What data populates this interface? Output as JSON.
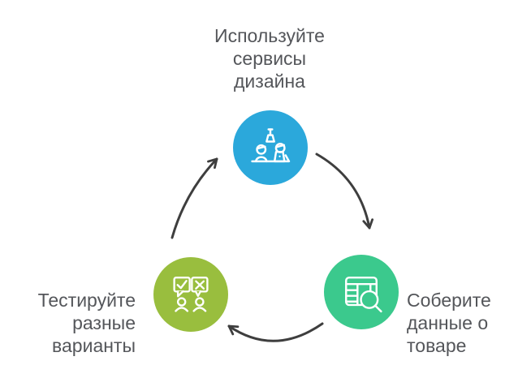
{
  "colors": {
    "node_blue": "#2BA8DB",
    "node_green": "#3BC98D",
    "node_olive": "#99BE3E",
    "arrow": "#3E3E3E",
    "label_text": "#54565A",
    "icon_stroke": "#FFFFFF",
    "background": "#FFFFFF"
  },
  "diagram": {
    "type": "cycle",
    "direction": "clockwise",
    "steps": [
      {
        "name": "use-design-services",
        "icon": "design-workspace-icon",
        "color": "#2BA8DB",
        "lines": [
          "Используйте",
          "сервисы",
          "дизайна"
        ]
      },
      {
        "name": "collect-product-data",
        "icon": "table-search-icon",
        "color": "#3BC98D",
        "lines": [
          "Соберите",
          "данные о",
          "товаре"
        ]
      },
      {
        "name": "test-variants",
        "icon": "ab-test-icon",
        "color": "#99BE3E",
        "lines": [
          "Тестируйте",
          "разные",
          "варианты"
        ]
      }
    ]
  }
}
